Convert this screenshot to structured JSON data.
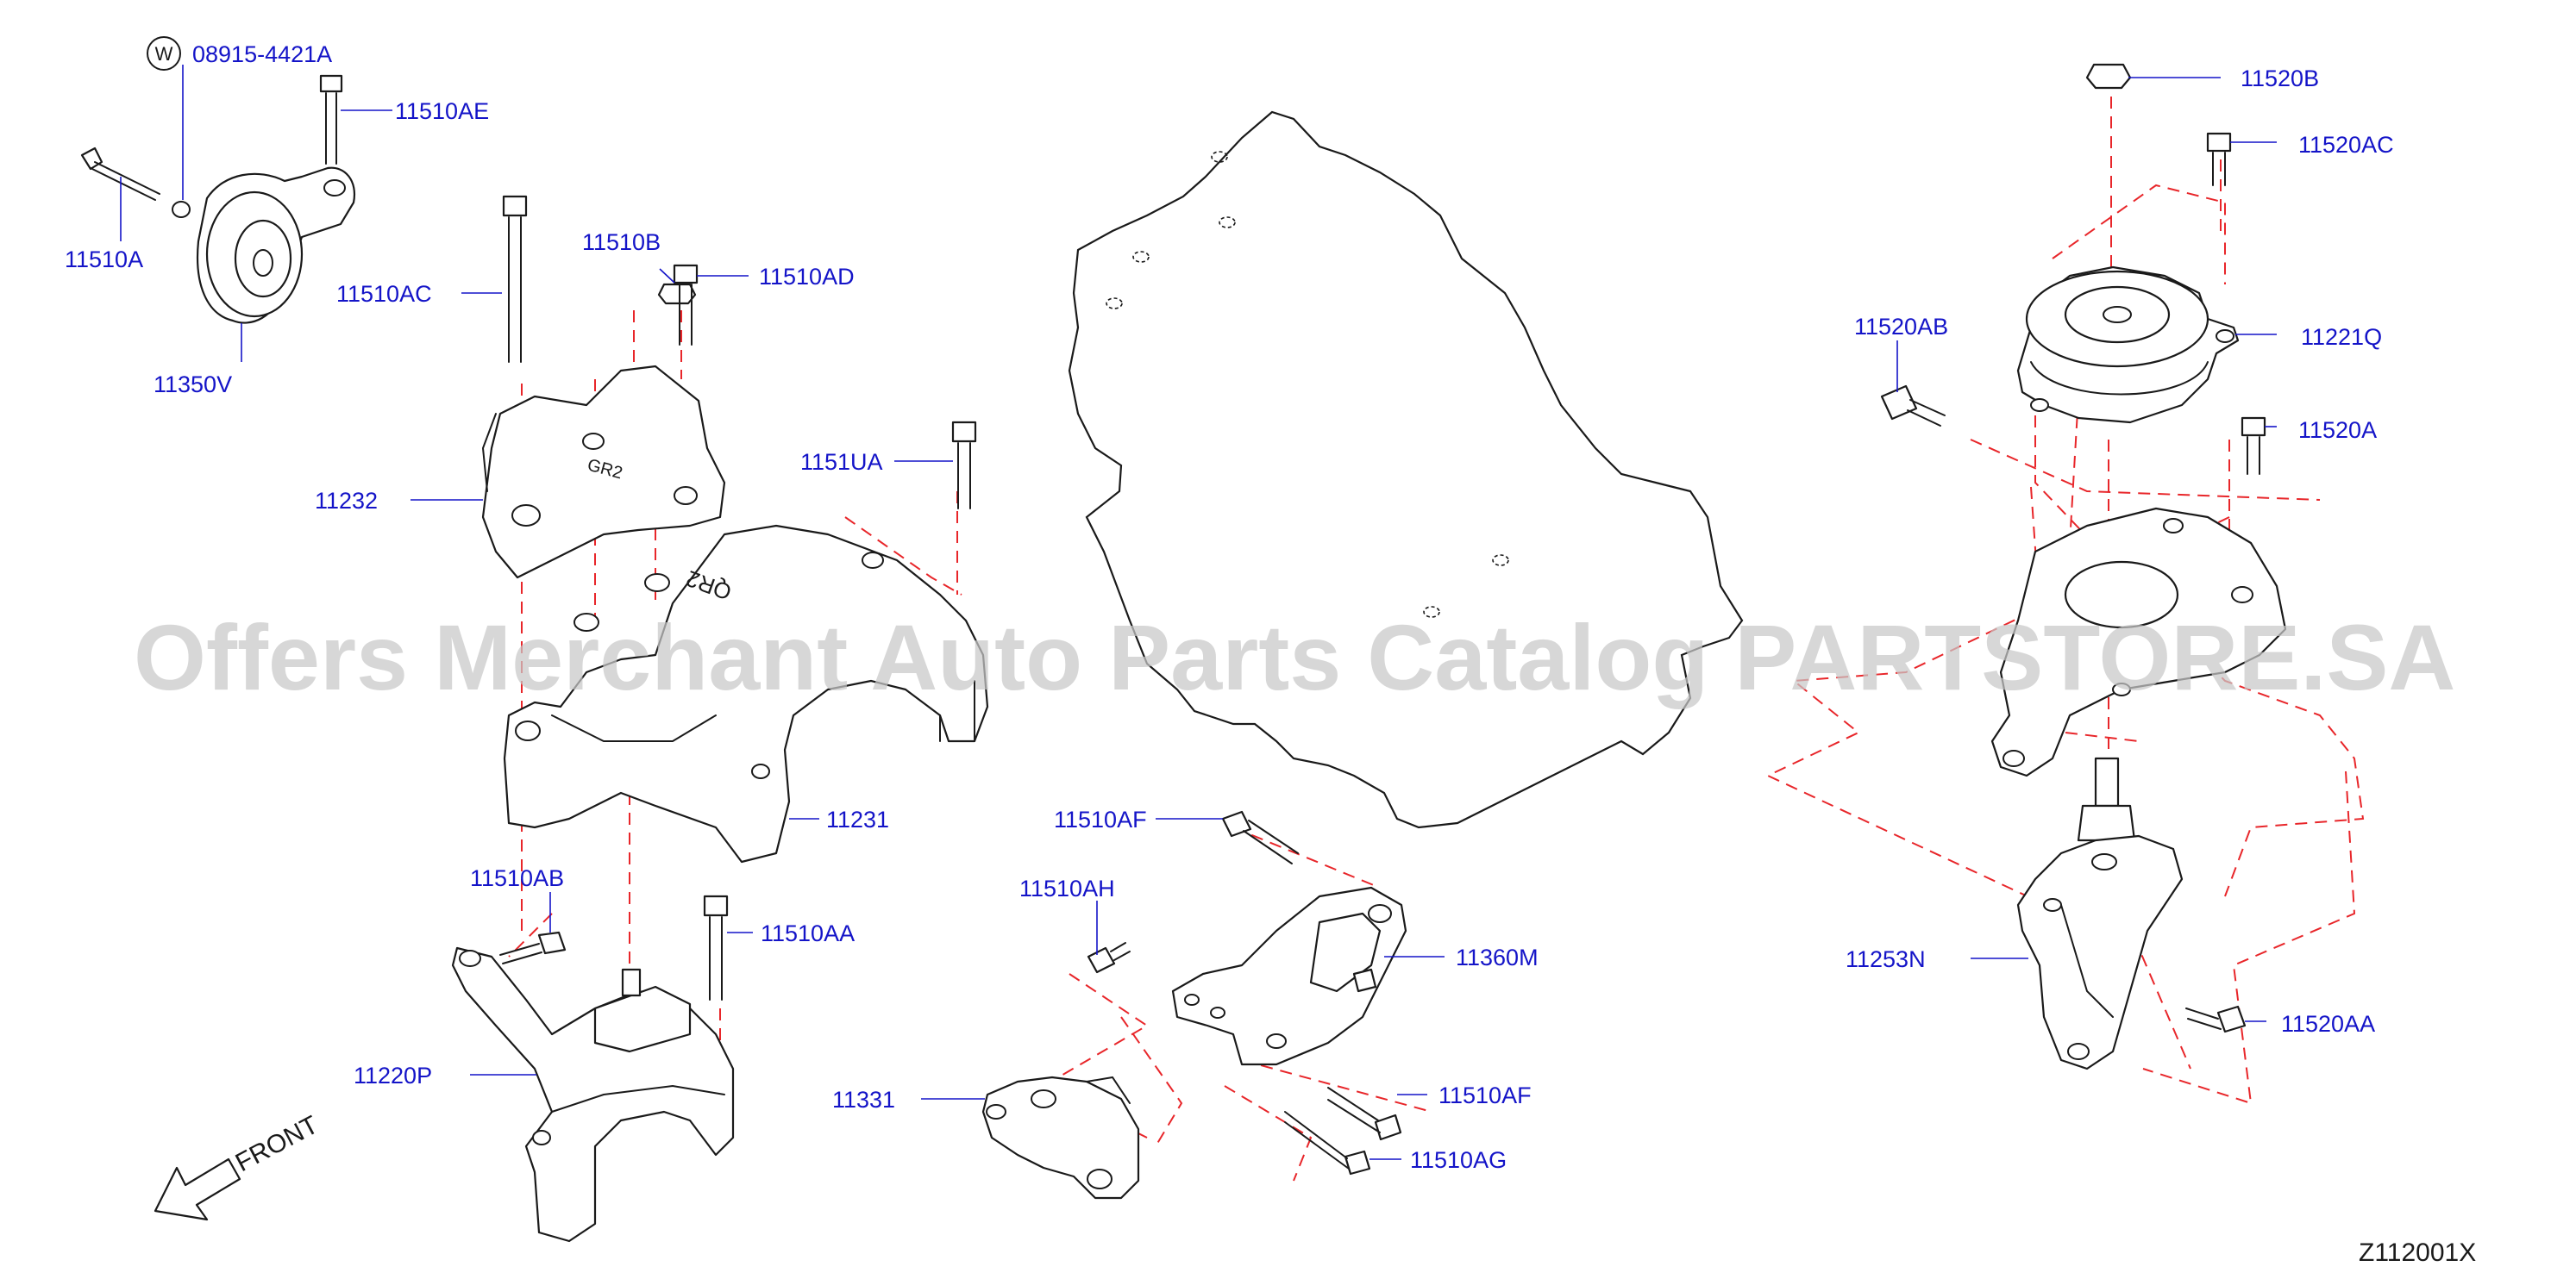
{
  "diagram": {
    "code": "Z112001X",
    "front_label": "FRONT",
    "watermark": "Offers Merchant Auto Parts Catalog PARTSTORE.SA",
    "washer_symbol": "W",
    "parts": {
      "p08915_4421A": "08915-4421A",
      "p11510AE": "11510AE",
      "p11510A": "11510A",
      "p11350V": "11350V",
      "p11510B": "11510B",
      "p11510AD": "11510AD",
      "p11510AC": "11510AC",
      "p11232": "11232",
      "p1151UA": "1151UA",
      "p11231": "11231",
      "p11510AB": "11510AB",
      "p11510AA": "11510AA",
      "p11220P": "11220P",
      "p11510AF_top": "11510AF",
      "p11510AH": "11510AH",
      "p11360M": "11360M",
      "p11331": "11331",
      "p11510AF_bottom": "11510AF",
      "p11510AG": "11510AG",
      "p11520B": "11520B",
      "p11520AC": "11520AC",
      "p11520AB": "11520AB",
      "p11221Q": "11221Q",
      "p11520A": "11520A",
      "p11253N": "11253N",
      "p11520AA": "11520AA"
    }
  }
}
